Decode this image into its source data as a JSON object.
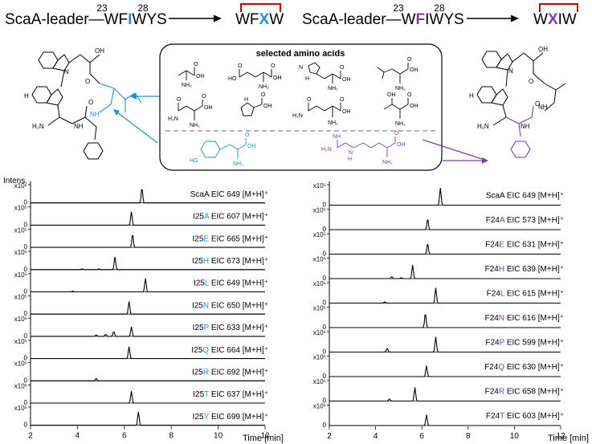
{
  "colors": {
    "black": "#000000",
    "blue": "#1f8fdc",
    "purple": "#7b3fa8",
    "bracket_red": "#c00000",
    "dash_gray": "#888888"
  },
  "scheme": {
    "left": {
      "leader": "ScaA-leader—",
      "seq_pre": "WF",
      "seq_hl": "I",
      "seq_post": "WYS",
      "pos_start": "23",
      "pos_end": "28",
      "product_pre": "WF",
      "product_hl": "X",
      "product_post": "W"
    },
    "right": {
      "leader": "ScaA-leader—",
      "seq_pre": "W",
      "seq_hl": "F",
      "seq_post": "IWYS",
      "pos_start": "23",
      "pos_end": "28",
      "product_pre": "W",
      "product_hl": "X",
      "product_post": "IW"
    }
  },
  "box": {
    "title": "selected amino acids",
    "nh2": "NH₂",
    "oh": "OH",
    "o": "O",
    "h2n": "H₂N",
    "ho": "HO",
    "n": "N",
    "nh": "NH",
    "h": "H"
  },
  "chart_data": [
    {
      "type": "line",
      "panel": "left",
      "ylabel": "Intens.",
      "xlabel": "Time [min]",
      "xlim": [
        2,
        12
      ],
      "xticks": [
        "2",
        "4",
        "6",
        "8",
        "10",
        "12"
      ],
      "y_tick_label": "x10⁵",
      "y_zero_label": "0",
      "series": [
        {
          "name": "ScaA EIC 649 [M+H]⁺",
          "mut_pre": "ScaA",
          "mut_aa": "",
          "eic": " EIC 649 [M+H]⁺",
          "peak_rt": 6.75,
          "peak_height": 0.95,
          "minor_peaks": []
        },
        {
          "name": "I25A EIC 607 [M+H]⁺",
          "mut_pre": "I25",
          "mut_aa": "A",
          "eic": " EIC 607 [M+H]⁺",
          "peak_rt": 6.3,
          "peak_height": 0.85,
          "minor_peaks": []
        },
        {
          "name": "I25E EIC 665 [M+H]⁺",
          "mut_pre": "I25",
          "mut_aa": "E",
          "eic": " EIC 665 [M+H]⁺",
          "peak_rt": 6.35,
          "peak_height": 0.85,
          "minor_peaks": []
        },
        {
          "name": "I25H EIC 673 [M+H]⁺",
          "mut_pre": "I25",
          "mut_aa": "H",
          "eic": " EIC 673 [M+H]⁺",
          "peak_rt": 5.6,
          "peak_height": 0.8,
          "minor_peaks": [
            [
              4.2,
              0.05
            ],
            [
              4.9,
              0.04
            ]
          ]
        },
        {
          "name": "I25L EIC 649 [M+H]⁺",
          "mut_pre": "I25",
          "mut_aa": "L",
          "eic": " EIC 649 [M+H]⁺",
          "peak_rt": 6.9,
          "peak_height": 0.85,
          "minor_peaks": [
            [
              3.8,
              0.05
            ]
          ]
        },
        {
          "name": "I25N EIC 650 [M+H]⁺",
          "mut_pre": "I25",
          "mut_aa": "N",
          "eic": " EIC 650 [M+H]⁺",
          "peak_rt": 6.2,
          "peak_height": 0.8,
          "minor_peaks": []
        },
        {
          "name": "I25P EIC 633 [M+H]⁺",
          "mut_pre": "I25",
          "mut_aa": "P",
          "eic": " EIC 633 [M+H]⁺",
          "peak_rt": 6.3,
          "peak_height": 0.6,
          "minor_peaks": [
            [
              5.55,
              0.3
            ],
            [
              5.2,
              0.12
            ],
            [
              4.8,
              0.08
            ]
          ]
        },
        {
          "name": "I25Q EIC 664 [M+H]⁺",
          "mut_pre": "I25",
          "mut_aa": "Q",
          "eic": " EIC 664 [M+H]⁺",
          "peak_rt": 6.2,
          "peak_height": 0.75,
          "minor_peaks": []
        },
        {
          "name": "I25R EIC 692 [M+H]⁺",
          "mut_pre": "I25",
          "mut_aa": "R",
          "eic": " EIC 692 [M+H]⁺",
          "peak_rt": 4.8,
          "peak_height": 0.15,
          "minor_peaks": []
        },
        {
          "name": "I25T EIC 637 [M+H]⁺",
          "mut_pre": "I25",
          "mut_aa": "T",
          "eic": " EIC 637 [M+H]⁺",
          "peak_rt": 6.3,
          "peak_height": 0.75,
          "minor_peaks": []
        },
        {
          "name": "I25Y EIC 699 [M+H]⁺",
          "mut_pre": "I25",
          "mut_aa": "Y",
          "eic": " EIC 699 [M+H]⁺",
          "peak_rt": 6.6,
          "peak_height": 0.85,
          "minor_peaks": []
        }
      ]
    },
    {
      "type": "line",
      "panel": "right",
      "ylabel": "",
      "xlabel": "Time [min]",
      "xlim": [
        2,
        12
      ],
      "xticks": [
        "2",
        "4",
        "6",
        "8",
        "10",
        "12"
      ],
      "y_tick_label": "x10⁵",
      "y_zero_label": "0",
      "series": [
        {
          "name": "ScaA EIC 649 [M+H]⁺",
          "mut_pre": "ScaA",
          "mut_aa": "",
          "eic": " EIC 649 [M+H]⁺",
          "peak_rt": 6.8,
          "peak_height": 0.95,
          "minor_peaks": []
        },
        {
          "name": "F24A EIC 573 [M+H]⁺",
          "mut_pre": "F24",
          "mut_aa": "A",
          "eic": " EIC 573 [M+H]⁺",
          "peak_rt": 6.25,
          "peak_height": 0.6,
          "minor_peaks": []
        },
        {
          "name": "F24E EIC 631 [M+H]⁺",
          "mut_pre": "F24",
          "mut_aa": "E",
          "eic": " EIC 631 [M+H]⁺",
          "peak_rt": 6.25,
          "peak_height": 0.6,
          "minor_peaks": []
        },
        {
          "name": "F24H EIC 639 [M+H]⁺",
          "mut_pre": "F24",
          "mut_aa": "H",
          "eic": " EIC 639 [M+H]⁺",
          "peak_rt": 5.6,
          "peak_height": 0.75,
          "minor_peaks": [
            [
              4.7,
              0.1
            ],
            [
              5.1,
              0.05
            ]
          ]
        },
        {
          "name": "F24L EIC 615 [M+H]⁺",
          "mut_pre": "F24",
          "mut_aa": "L",
          "eic": " EIC 615 [M+H]⁺",
          "peak_rt": 6.6,
          "peak_height": 0.85,
          "minor_peaks": [
            [
              4.4,
              0.07
            ]
          ]
        },
        {
          "name": "F24N EIC 616 [M+H]⁺",
          "mut_pre": "F24",
          "mut_aa": "N",
          "eic": " EIC 616 [M+H]⁺",
          "peak_rt": 6.15,
          "peak_height": 0.8,
          "minor_peaks": []
        },
        {
          "name": "F24P EIC 599 [M+H]⁺",
          "mut_pre": "F24",
          "mut_aa": "P",
          "eic": " EIC 599 [M+H]⁺",
          "peak_rt": 6.6,
          "peak_height": 0.85,
          "minor_peaks": [
            [
              4.5,
              0.2
            ]
          ]
        },
        {
          "name": "F24Q EIC 630 [M+H]⁺",
          "mut_pre": "F24",
          "mut_aa": "Q",
          "eic": " EIC 630 [M+H]⁺",
          "peak_rt": 6.2,
          "peak_height": 0.6,
          "minor_peaks": []
        },
        {
          "name": "F24R EIC 658 [M+H]⁺",
          "mut_pre": "F24",
          "mut_aa": "R",
          "eic": " EIC 658 [M+H]⁺",
          "peak_rt": 5.7,
          "peak_height": 0.75,
          "minor_peaks": [
            [
              4.6,
              0.12
            ]
          ]
        },
        {
          "name": "F24T EIC 603 [M+H]⁺",
          "mut_pre": "F24",
          "mut_aa": "T",
          "eic": " EIC 603 [M+H]⁺",
          "peak_rt": 6.2,
          "peak_height": 0.6,
          "minor_peaks": []
        }
      ]
    }
  ]
}
